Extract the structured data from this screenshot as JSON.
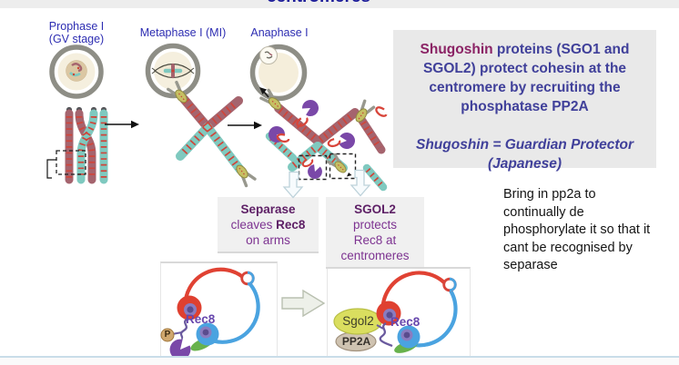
{
  "slide": {
    "title_partial": "centromeres",
    "stage_labels": {
      "prophase_line1": "Prophase I",
      "prophase_line2": "(GV stage)",
      "metaphase": "Metaphase I (MI)",
      "anaphase": "Anaphase I"
    },
    "info_box": {
      "lead_bold": "Shugoshin",
      "body": " proteins (SGO1 and SGOL2) protect cohesin at the centromere by recruiting the phosphatase PP2A",
      "italic_note": "Shugoshin = Guardian Protector (Japanese)"
    },
    "separase_box": {
      "bold1": "Separase",
      "normal2": "cleaves ",
      "bold2": "Rec8",
      "line3": "on arms"
    },
    "sgol2_box": {
      "line1": "SGOL2",
      "line2": "protects",
      "line3": "Rec8 at",
      "line4": "centromeres"
    },
    "handwritten_note": "Bring in pp2a to continually de phosphorylate it so that it cant be recognised by separase",
    "diagram_labels": {
      "rec8_left": "Rec8",
      "phospho": "P",
      "rec8_right": "Rec8",
      "sgol2": "Sgol2",
      "pp2a": "PP2A"
    },
    "colors": {
      "title_navy": "#1c1c99",
      "stage_label_blue": "#2d2db2",
      "shugoshin_magenta": "#8b2365",
      "info_text_blue": "#40409a",
      "box_purple": "#7d3391",
      "box_purple_bold": "#5e2066",
      "chromosome_maroon": "#a5646e",
      "chromosome_teal": "#7fc9bf",
      "cohesin_red": "#d0453a",
      "separase_purple": "#7a48a8",
      "rec8_blue": "#4aa3e0",
      "rec8_red": "#df4030",
      "sgol2_yellow_green": "#dade5f",
      "pp2a_tan": "#cfc3b1",
      "panel_gray": "#e9e9e9"
    }
  }
}
